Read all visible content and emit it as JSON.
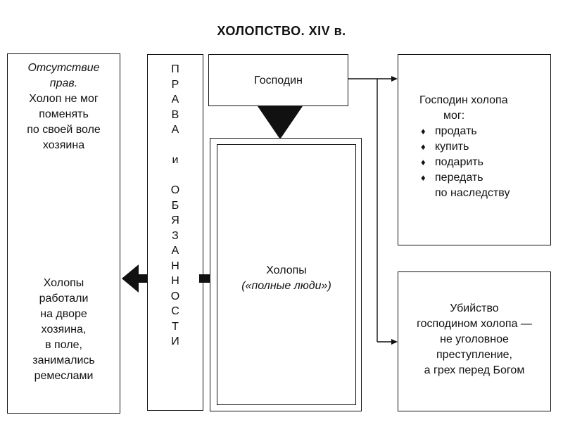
{
  "title": "ХОЛОПСТВО. XIV в.",
  "left_box": {
    "top_line1": "Отсутствие",
    "top_line2": "прав.",
    "top_rest": [
      "Холоп не мог",
      "поменять",
      "по своей воле",
      "хозяина"
    ],
    "bottom_lines": [
      "Холопы",
      "работали",
      "на дворе",
      "хозяина,",
      "в поле,",
      "занимались",
      "ремеслами"
    ]
  },
  "rights_box": {
    "letters": [
      "П",
      "Р",
      "А",
      "В",
      "А",
      "",
      "и",
      "",
      "О",
      "Б",
      "Я",
      "З",
      "А",
      "Н",
      "Н",
      "О",
      "С",
      "Т",
      "И"
    ]
  },
  "master_box": {
    "label": "Господин"
  },
  "serfs_box": {
    "label": "Холопы",
    "sublabel": "(«полные люди»)"
  },
  "could_box": {
    "heading_line1": "Господин холопа",
    "heading_line2": "мог:",
    "items": [
      "продать",
      "купить",
      "подарить",
      "передать"
    ],
    "items_tail": "по наследству",
    "bullet": "♦"
  },
  "murder_box": {
    "lines": [
      "Убийство",
      "господином холопа —",
      "не уголовное",
      "преступление,",
      "а грех перед Богом"
    ]
  }
}
